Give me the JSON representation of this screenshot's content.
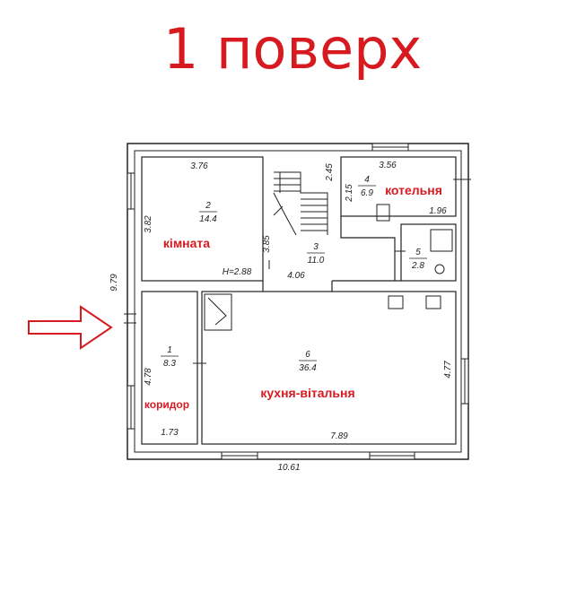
{
  "page": {
    "title": "1 поверх"
  },
  "colors": {
    "title": "#d71920",
    "walls": "#222222",
    "arrow": "#d71920"
  },
  "plan": {
    "overall": {
      "width": "10.61",
      "height": "9.79"
    },
    "rooms": [
      {
        "id": "1",
        "number": "1",
        "area": "8.3",
        "name": "коридор",
        "dims": [
          "4.78",
          "1.73"
        ]
      },
      {
        "id": "2",
        "number": "2",
        "area": "14.4",
        "name": "кімната",
        "dims": [
          "3.76",
          "3.82"
        ],
        "ceiling": "H=2.88"
      },
      {
        "id": "3",
        "number": "3",
        "area": "11.0",
        "name": "",
        "dims": [
          "2.45",
          "3.85",
          "4.06"
        ]
      },
      {
        "id": "4",
        "number": "4",
        "area": "6.9",
        "name": "котельня",
        "dims": [
          "3.56",
          "2.15",
          "1.96"
        ]
      },
      {
        "id": "5",
        "number": "5",
        "area": "2.8",
        "name": ""
      },
      {
        "id": "6",
        "number": "6",
        "area": "36.4",
        "name": "кухня-вітальня",
        "dims": [
          "4.77",
          "7.89"
        ]
      }
    ],
    "entrance_arrow": "entrance-arrow-icon"
  }
}
